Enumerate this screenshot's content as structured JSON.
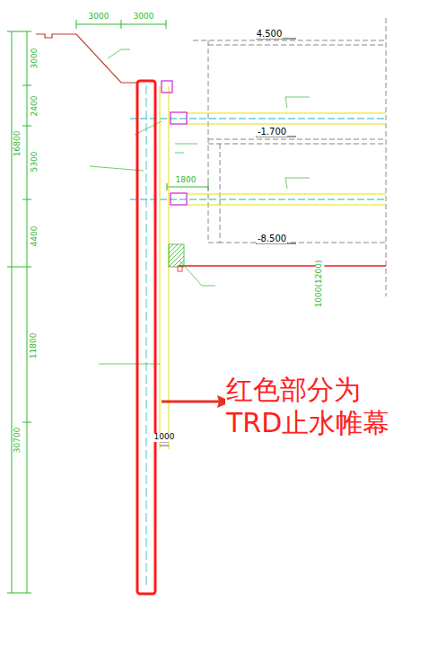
{
  "diagram": {
    "labels": [
      "3000",
      "3000",
      "3000",
      "2400",
      "5300",
      "4400",
      "11800",
      "16800",
      "30700",
      "4.500",
      "-1.700",
      "-8.500",
      "1800",
      "1000(1200)",
      "1000",
      "红色部分为 TRD止水帷幕"
    ]
  }
}
